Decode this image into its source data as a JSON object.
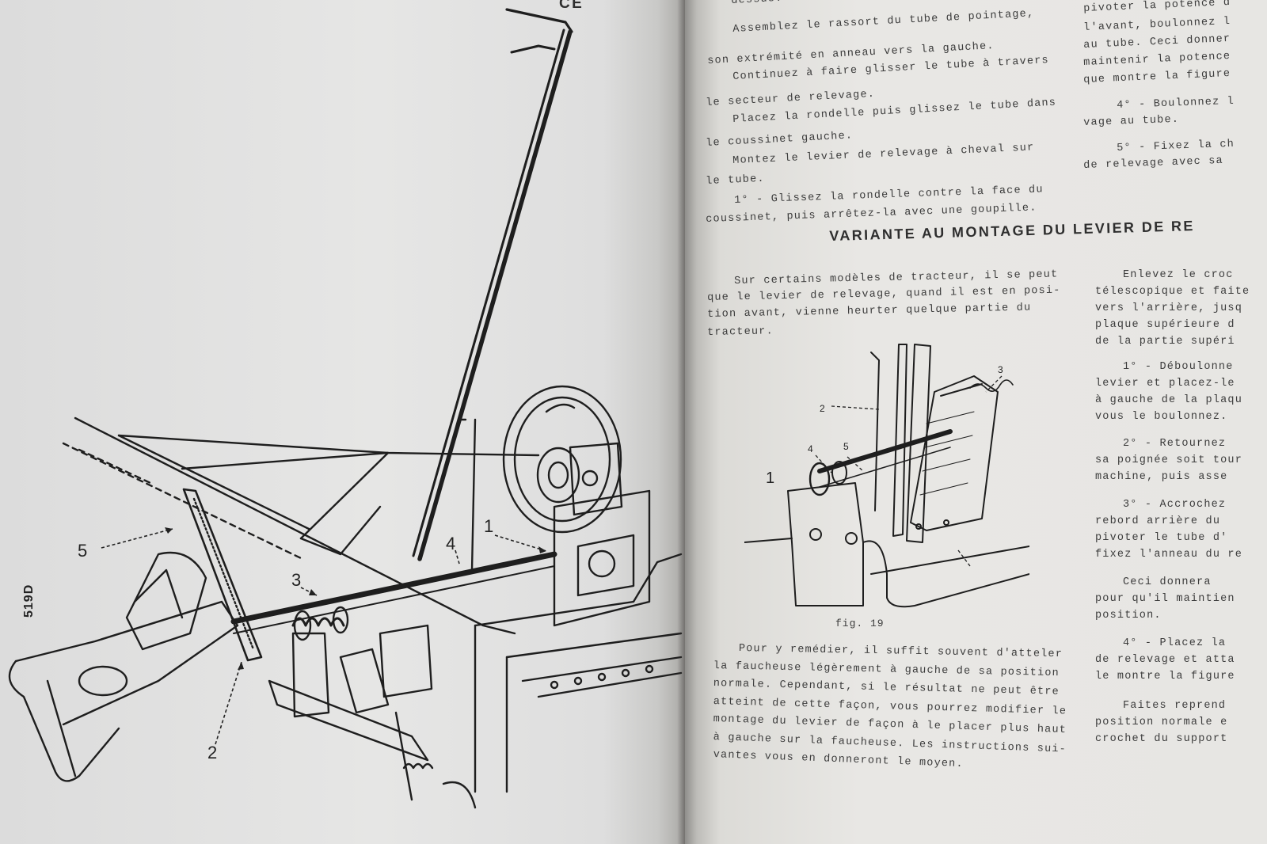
{
  "left_page": {
    "title_fragment": "CE",
    "page_code": "519D",
    "callouts": [
      "1",
      "2",
      "3",
      "4",
      "5"
    ]
  },
  "right_page": {
    "top_paragraphs": [
      "dessus.",
      "Assemblez le rassort du tube de pointage,",
      "son extrémité en anneau vers la gauche.",
      "Continuez à faire glisser le tube à travers",
      "le secteur de relevage.",
      "Placez la rondelle puis glissez le tube dans",
      "le coussinet gauche.",
      "Montez le levier de relevage à cheval sur",
      "le tube.",
      "1° - Glissez la rondelle contre la face du",
      "coussinet, puis arrêtez-la avec une goupille."
    ],
    "heading": "VARIANTE AU MONTAGE DU LEVIER DE RE",
    "intro": [
      "Sur certains modèles de tracteur, il se peut",
      "que le levier de relevage, quand il est en posi-",
      "tion avant, vienne heurter quelque partie du",
      "tracteur."
    ],
    "figure": {
      "caption": "fig. 19",
      "labels": [
        "1",
        "2",
        "3",
        "4",
        "5"
      ]
    },
    "remedy": [
      "Pour y remédier, il suffit souvent d'atteler",
      "la faucheuse légèrement à gauche de sa position",
      "normale. Cependant, si le résultat ne peut être",
      "atteint de cette façon, vous pourrez modifier le",
      "montage du levier de façon à le placer plus haut",
      "à gauche sur la faucheuse. Les instructions sui-",
      "vantes vous en donneront le moyen."
    ],
    "right_column_top": [
      "pivoter la potence d",
      "l'avant, boulonnez l",
      "au tube. Ceci donner",
      "maintenir la potence",
      "que montre la figure",
      "4° - Boulonnez l",
      "vage au tube.",
      "5° - Fixez la ch",
      "de relevage avec sa"
    ],
    "right_column_bottom": [
      "Enlevez le croc",
      "télescopique et faite",
      "vers l'arrière, jusq",
      "plaque supérieure d",
      "de la partie supéri",
      "1° - Déboulonne",
      "levier et placez-le",
      "à gauche de la plaqu",
      "vous le boulonnez.",
      "2° - Retournez",
      "sa poignée soit tour",
      "machine, puis asse",
      "3° - Accrochez",
      "rebord arrière du",
      "pivoter le tube d'",
      "fixez l'anneau du re",
      "Ceci donnera",
      "pour qu'il maintien",
      "position.",
      "4° - Placez la",
      "de relevage et atta",
      "le montre la figure",
      "Faites reprend",
      "position normale e",
      "crochet du support"
    ]
  }
}
